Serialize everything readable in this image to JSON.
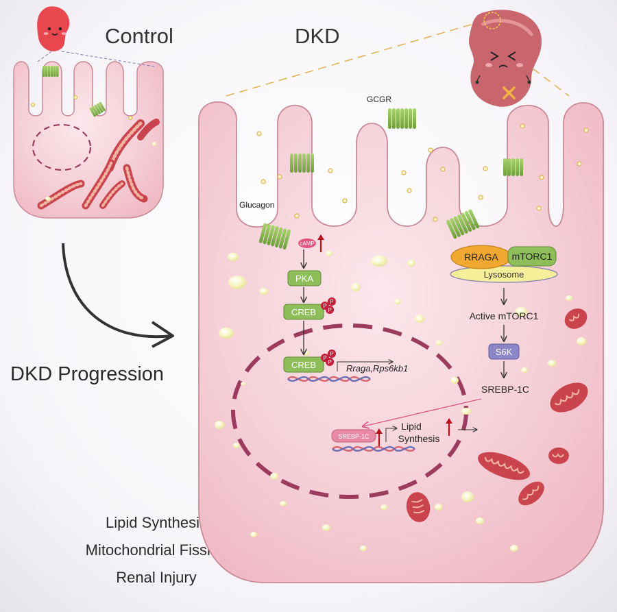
{
  "titles": {
    "control": "Control",
    "dkd": "DKD",
    "progression": "DKD Progression"
  },
  "receptors": {
    "gcgr": "GCGR",
    "glucagon": "Glucagon"
  },
  "left_pathway": {
    "camp": "cAMP",
    "pka": "PKA",
    "creb_cytoplasm": "CREB",
    "creb_nucleus": "CREB",
    "phospho": "P",
    "target_genes": "Rraga,Rps6kb1"
  },
  "right_pathway": {
    "rraga": "RRAGA",
    "mtorc1": "mTORC1",
    "lysosome": "Lysosome",
    "active_mtorc1": "Active mTORC1",
    "s6k": "S6K",
    "srebp_cytoplasm": "SREBP-1C",
    "srebp_nucleus": "SREBP-1C",
    "lipid_synthesis_line1": "Lipid",
    "lipid_synthesis_line2": "Synthesis"
  },
  "outcomes": [
    "Lipid Synthesis",
    "Mitochondrial Fission",
    "Renal Injury"
  ],
  "colors": {
    "cell_fill": "#f4c2cc",
    "cell_stroke": "#c98a97",
    "nucleus_dash": "#9b3b5e",
    "node_green": "#8dbe5a",
    "camp_pink": "#e0567f",
    "up_arrow_red": "#b5121b",
    "rraga_orange": "#f0a830",
    "lysosome_yellow": "#f6ef9a",
    "s6k_purple": "#8d86c9",
    "srebp_pink": "#e98aa6",
    "kidney_red": "#e8474f",
    "kidney_sick": "#c9666d",
    "mito_red": "#c9444c",
    "droplet_yellow": "#f5f2b0"
  }
}
